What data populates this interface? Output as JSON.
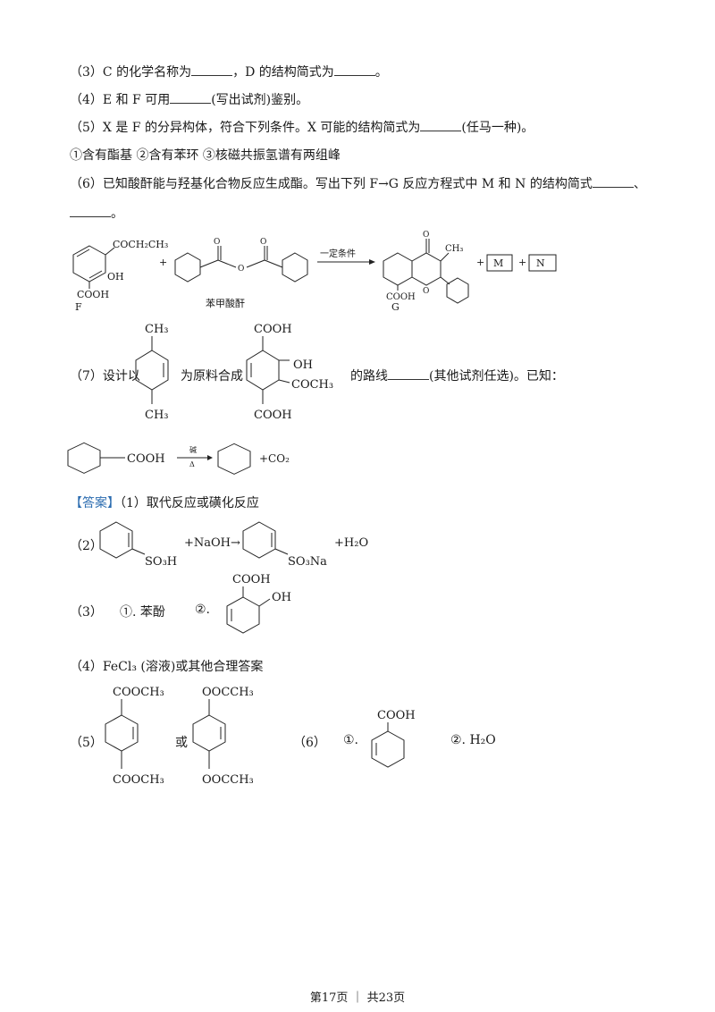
{
  "questions": {
    "q3": "（3）C 的化学名称为",
    "q3b": "，D 的结构简式为",
    "q3c": "。",
    "q4": "（4）E 和 F 可用",
    "q4b": "(写出试剂)鉴别。",
    "q5": "（5）X 是 F 的分异构体，符合下列条件。X 可能的结构简式为",
    "q5b": "(任马一种)。",
    "q5_conditions": "①含有酯基  ②含有苯环  ③核磁共振氢谱有两组峰",
    "q6": "（6）已知酸酐能与羟基化合物反应生成酯。写出下列 F→G 反应方程式中 M 和 N 的结构简式",
    "q6b": "、",
    "q6c": "。",
    "q7_prefix": "（7）设计以",
    "q7_mid": "为原料合成",
    "q7_suffix": "的路线",
    "q7_end": "(其他试剂任选)。已知："
  },
  "reaction_fg": {
    "f_substituent_top": "COCH₂CH₃",
    "f_oh": "OH",
    "f_cooh": "COOH",
    "f_label": "F",
    "plus1": "+",
    "anhydride_label": "苯甲酸酐",
    "condition": "一定条件",
    "g_o": "O",
    "g_ch3": "CH₃",
    "g_ring_o": "O",
    "g_cooh": "COOH",
    "g_label": "G",
    "plus2": "+",
    "m": "M",
    "plus3": "+",
    "n": "N"
  },
  "q7_structures": {
    "p_xylene_top": "CH₃",
    "p_xylene_bottom": "CH₃",
    "target_top": "COOH",
    "target_oh": "OH",
    "target_coch3": "COCH₃",
    "target_bottom": "COOH"
  },
  "known_reaction": {
    "reactant": "COOH",
    "cond_top": "碱",
    "cond_bottom": "Δ",
    "product_extra": "+CO₂"
  },
  "answers": {
    "tag": "【答案】",
    "a1": "（1）取代反应或磺化反应",
    "a2_label": "（2）",
    "a2_so3h": "SO₃H",
    "a2_mid": "+NaOH→",
    "a2_so3na": "SO₃Na",
    "a2_h2o": "+H₂O",
    "a3_label": "（3）",
    "a3_1": "①.",
    "a3_phenol": "苯酚",
    "a3_2": "②.",
    "a3_cooh": "COOH",
    "a3_oh": "OH",
    "a4": "（4）FeCl₃ (溶液)或其他合理答案",
    "a5_label": "（5）",
    "a5_s1_top": "COOCH₃",
    "a5_s1_bottom": "COOCH₃",
    "a5_or": "或",
    "a5_s2_top": "OOCCH₃",
    "a5_s2_bottom": "OOCCH₃",
    "a6_label": "（6）",
    "a6_1": "①.",
    "a6_cooh": "COOH",
    "a6_2": "②.",
    "a6_h2o": "H₂O"
  },
  "footer": {
    "text": "第17页 ｜ 共23页"
  }
}
